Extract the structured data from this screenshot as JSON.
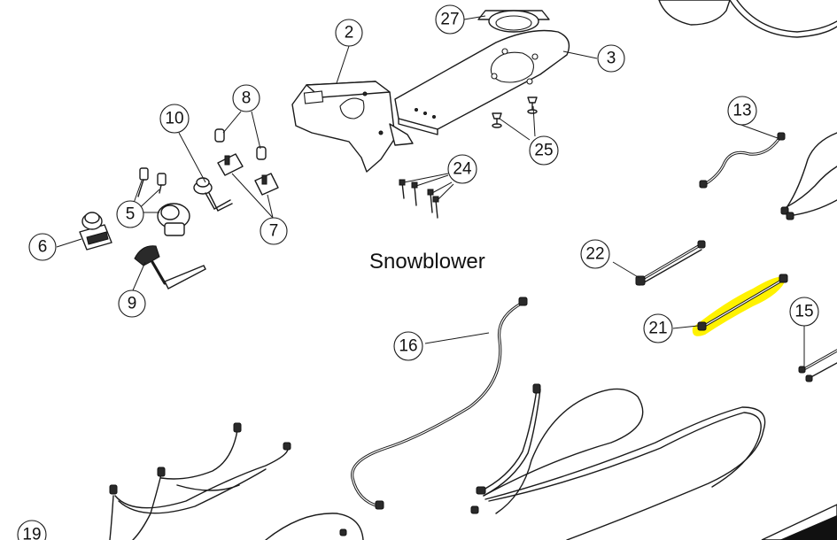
{
  "diagram": {
    "title": "Snowblower",
    "highlight_color": "#fff200",
    "line_color": "#1a1a1a",
    "highlighted_part": "21",
    "callouts": [
      "2",
      "3",
      "5",
      "6",
      "7",
      "8",
      "9",
      "10",
      "13",
      "15",
      "16",
      "19",
      "21",
      "22",
      "24",
      "25",
      "27"
    ]
  }
}
